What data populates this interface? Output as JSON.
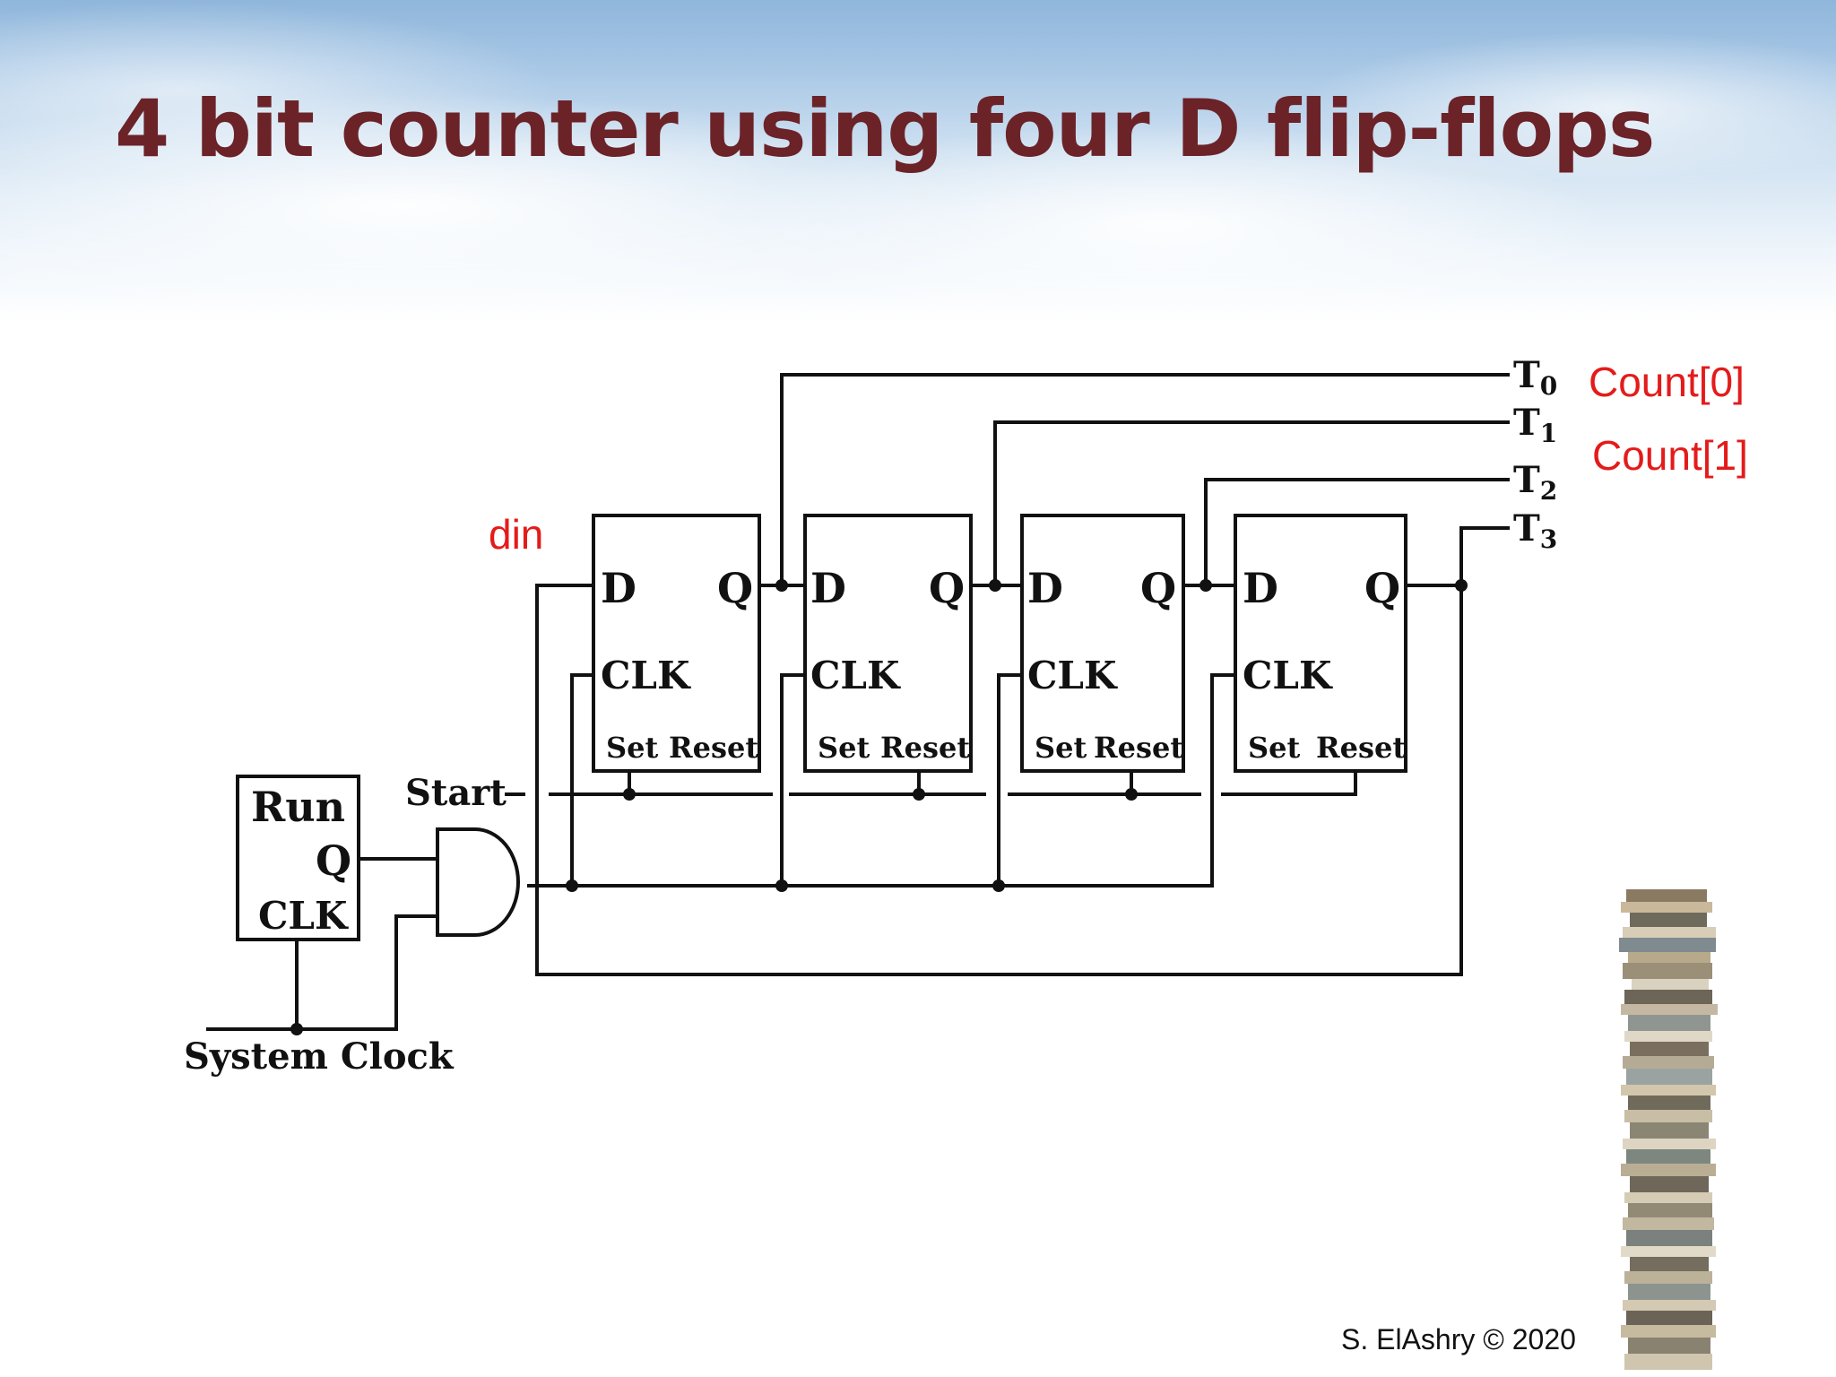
{
  "slide": {
    "title": "4 bit counter using four D flip-flops",
    "footer": "S. ElAshry © 2020",
    "decoration": "book-stack-image",
    "colors": {
      "title": "#6b2328",
      "annotation": "#e41b1b",
      "wire": "#111111"
    }
  },
  "diagram": {
    "flipflops": [
      {
        "d": "D",
        "q": "Q",
        "clk": "CLK",
        "set": "Set",
        "reset": "Reset"
      },
      {
        "d": "D",
        "q": "Q",
        "clk": "CLK",
        "set": "Set",
        "reset": "Reset"
      },
      {
        "d": "D",
        "q": "Q",
        "clk": "CLK",
        "set": "Set",
        "reset": "Reset"
      },
      {
        "d": "D",
        "q": "Q",
        "clk": "CLK",
        "set": "Set",
        "reset": "Reset"
      }
    ],
    "run_block": {
      "name": "Run",
      "q": "Q",
      "clk": "CLK"
    },
    "start_label": "Start",
    "system_clock_label": "System Clock",
    "outputs": [
      {
        "letter": "T",
        "index": "0"
      },
      {
        "letter": "T",
        "index": "1"
      },
      {
        "letter": "T",
        "index": "2"
      },
      {
        "letter": "T",
        "index": "3"
      }
    ],
    "annotations": {
      "din": "din",
      "count0": "Count[0]",
      "count1": "Count[1]"
    }
  }
}
